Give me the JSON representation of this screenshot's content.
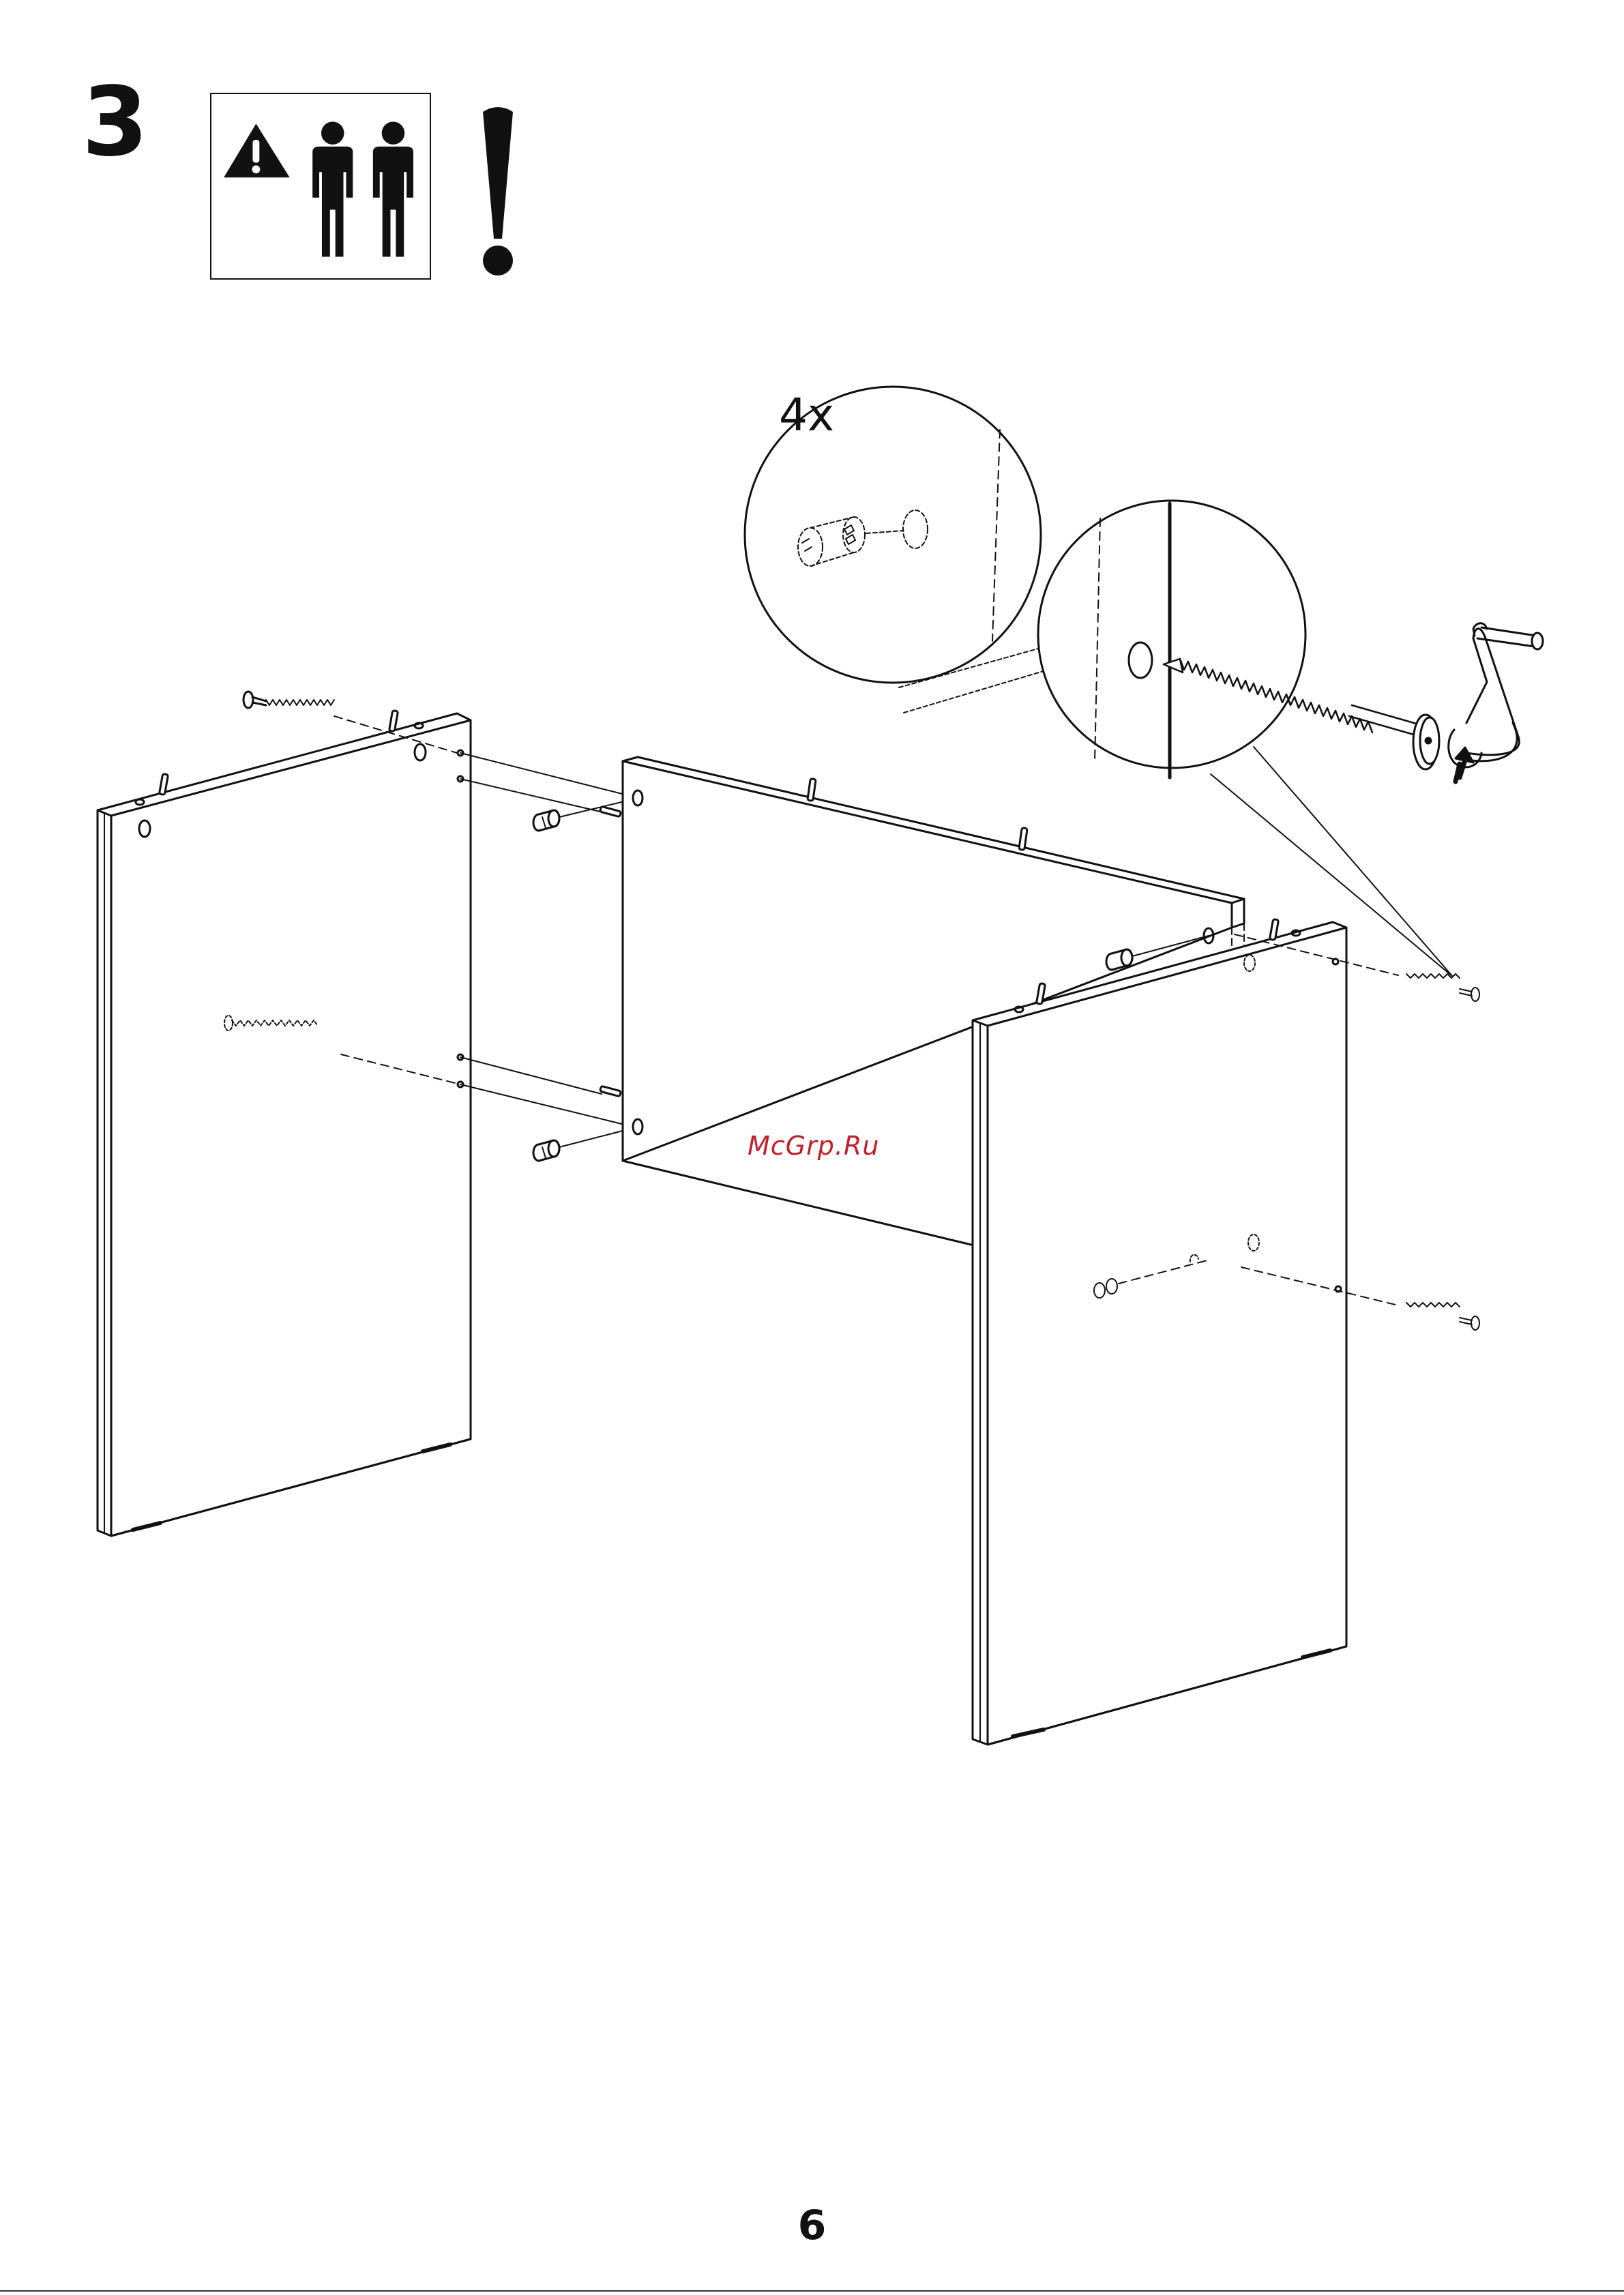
{
  "step": {
    "number": "3"
  },
  "warning": {
    "people_count": 2,
    "icon_names": [
      "warning-triangle-icon",
      "person-icon",
      "person-icon",
      "exclamation-icon"
    ]
  },
  "detail": {
    "quantity": "4x"
  },
  "watermark": {
    "text": "McGrp.Ru",
    "color": "#c0202a"
  },
  "footer": {
    "page_number": "6"
  },
  "colors": {
    "ink": "#111111",
    "background": "#ffffff"
  }
}
